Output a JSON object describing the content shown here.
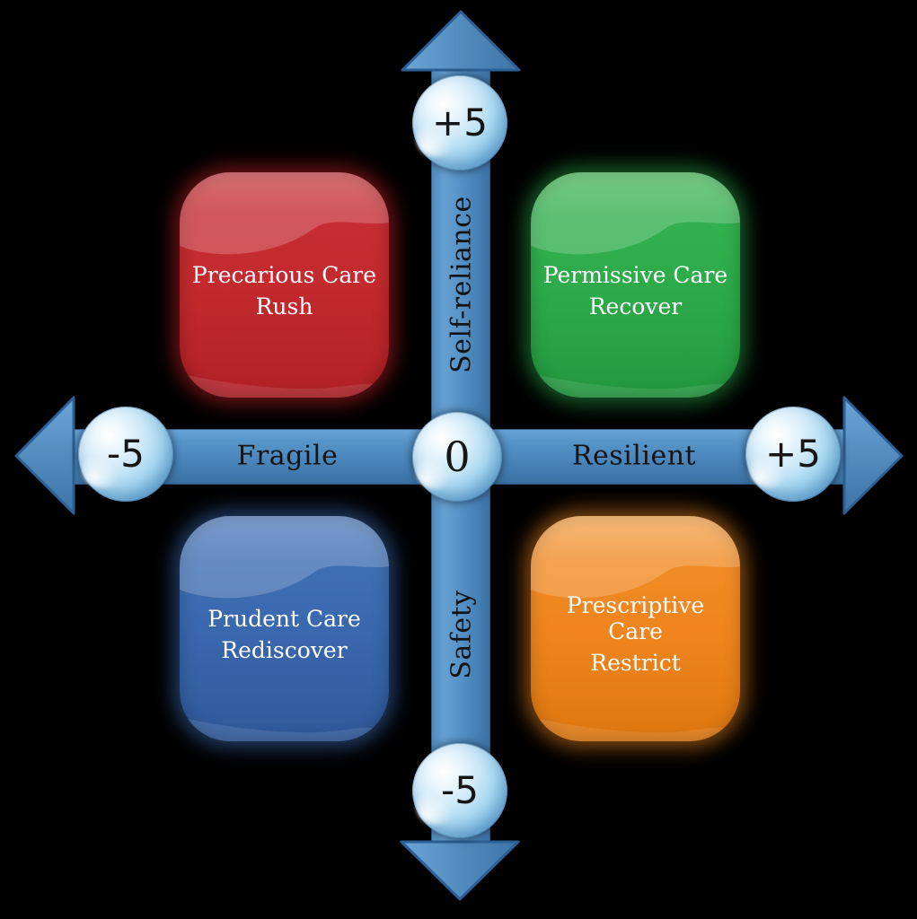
{
  "diagram": {
    "type": "quadrant-matrix",
    "background": "#000000"
  },
  "axes": {
    "vertical": {
      "positive_label": "Self-reliance",
      "negative_label": "Safety",
      "positive_marker": "+5",
      "negative_marker": "-5"
    },
    "horizontal": {
      "negative_label": "Fragile",
      "positive_label": "Resilient",
      "negative_marker": "-5",
      "positive_marker": "+5"
    },
    "origin_marker": "0",
    "range_min": -5,
    "range_max": 5
  },
  "quadrants": {
    "top_left": {
      "title": "Precarious Care",
      "subtitle": "Rush",
      "color": "#c42a2e"
    },
    "top_right": {
      "title": "Permissive Care",
      "subtitle": "Recover",
      "color": "#2dab4a"
    },
    "bottom_left": {
      "title": "Prudent Care",
      "subtitle": "Rediscover",
      "color": "#3a68ae"
    },
    "bottom_right": {
      "title": "Prescriptive Care",
      "subtitle": "Restrict",
      "color": "#f0851e"
    }
  },
  "colors": {
    "axis_bar": "#4a86bb",
    "axis_bar_light": "#65a0d1",
    "axis_bar_dark": "#3a70a2",
    "axis_outline": "#2c6095",
    "marker_sphere": "#8ec7ea",
    "axis_text": "#141414",
    "quadrant_text": "#ffffff"
  }
}
